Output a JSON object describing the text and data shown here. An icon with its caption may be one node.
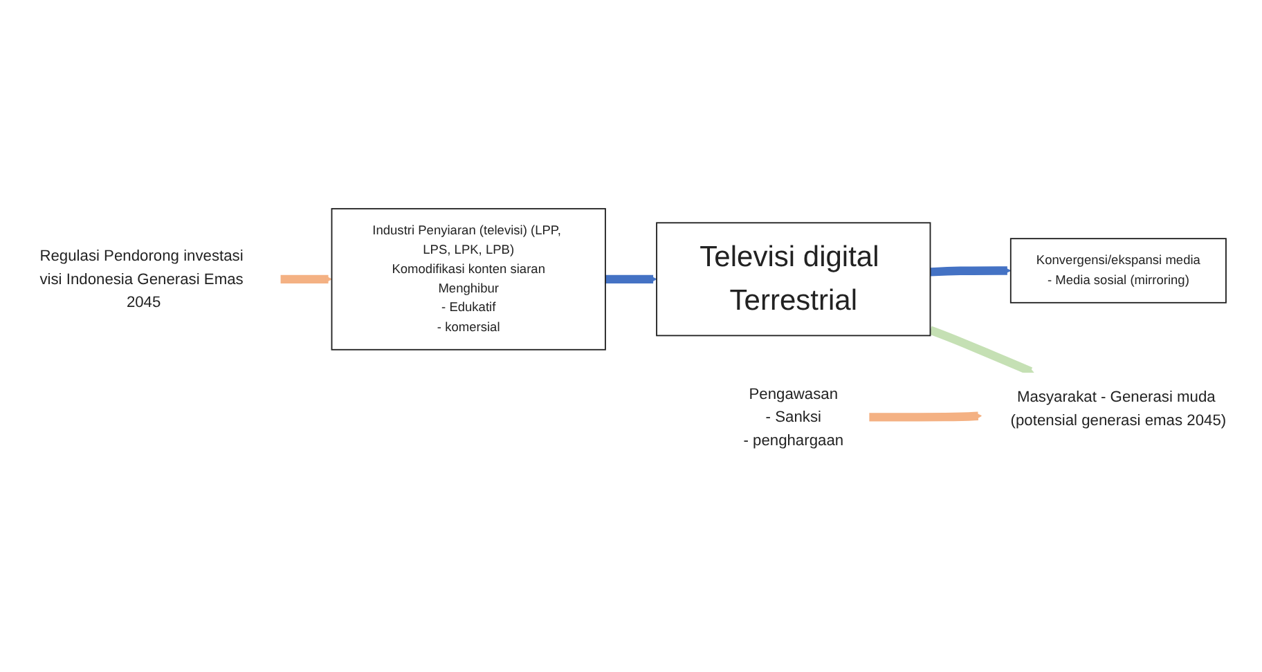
{
  "diagram": {
    "nodes": [
      {
        "text": [
          "Regulasi Pendorong investasi visi Indonesia Generasi Emas 2045"
        ]
      },
      {
        "text": [
          "Pengawasan",
          "- Sanksi",
          "- penghargaan"
        ]
      },
      {
        "text": [
          "Industri Penyiaran (televisi) (LPP, LPS, LPK, LPB)",
          "Komodifikasi konten siaran",
          "Menghibur",
          "- Edukatif",
          "- komersial"
        ]
      },
      {
        "text": [
          "Televisi digital Terrestrial"
        ]
      },
      {
        "text": [
          "Konvergensi/ekspansi media",
          "- Media sosial (mirroring)"
        ]
      },
      {
        "text": [
          "Masyarakat - Generasi muda (potensial generasi emas 2045)"
        ]
      }
    ],
    "edges": [
      {
        "from": 0,
        "to": 2,
        "arrow": "to",
        "color": "#f4b183"
      },
      {
        "from": 2,
        "to": 3,
        "arrow": "to",
        "color": "#4472c4"
      },
      {
        "from": 3,
        "to": 4,
        "arrow": "to",
        "color": "#4472c4"
      },
      {
        "from": 1,
        "to": 5,
        "arrow": "to",
        "color": "#f4b183"
      },
      {
        "from": 3,
        "to": 5,
        "arrow": "to",
        "color": "#c5e0b4"
      }
    ]
  }
}
